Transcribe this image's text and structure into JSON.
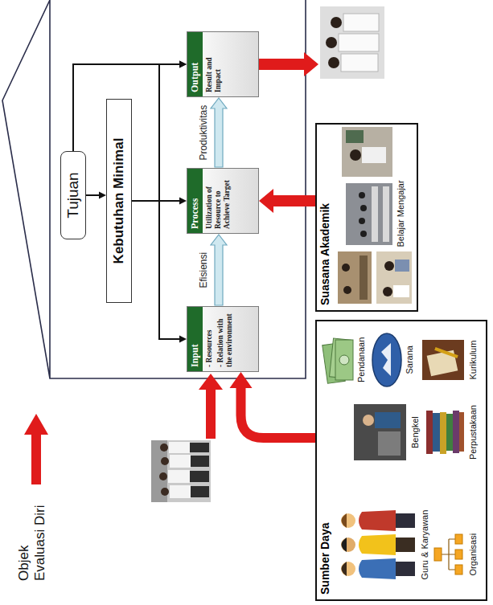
{
  "diagram": {
    "nodes": [
      {
        "text": [
          "Tujuan"
        ]
      },
      {
        "text": [
          "Kebutuhan Minimal"
        ]
      },
      {
        "text": [
          "Input",
          "- Resources",
          "- Relation with the environment"
        ]
      },
      {
        "text": [
          "Process",
          "Utilization of Resource to Achieve Target"
        ]
      },
      {
        "text": [
          "Output",
          "Result and Impact"
        ]
      },
      {
        "text": [
          "Suasana Akademik"
        ]
      },
      {
        "text": [
          "Sumber Daya"
        ]
      }
    ],
    "edges": [
      {
        "from": 0,
        "to": 1,
        "arrow": "to"
      },
      {
        "from": 0,
        "to": 4,
        "arrow": "to"
      },
      {
        "from": 1,
        "to": 2,
        "arrow": "to"
      },
      {
        "from": 1,
        "to": 3,
        "arrow": "to"
      },
      {
        "from": 1,
        "to": 4,
        "arrow": "to"
      },
      {
        "from": 2,
        "to": 3,
        "label": "Efisiensi",
        "arrow": "to"
      },
      {
        "from": 3,
        "to": 4,
        "label": "Produktivitas",
        "arrow": "to"
      },
      {
        "from": 5,
        "to": 3,
        "arrow": "to"
      },
      {
        "from": 6,
        "to": 2,
        "arrow": "to"
      }
    ],
    "labels": [
      "Objek Evaluasi Diri",
      "Guru & Karyawan",
      "Organisasi",
      "Bengkel",
      "Perpustakaan",
      "Pendanaan",
      "Sarana",
      "Kurikulum",
      "Belajar Mengajar"
    ]
  }
}
